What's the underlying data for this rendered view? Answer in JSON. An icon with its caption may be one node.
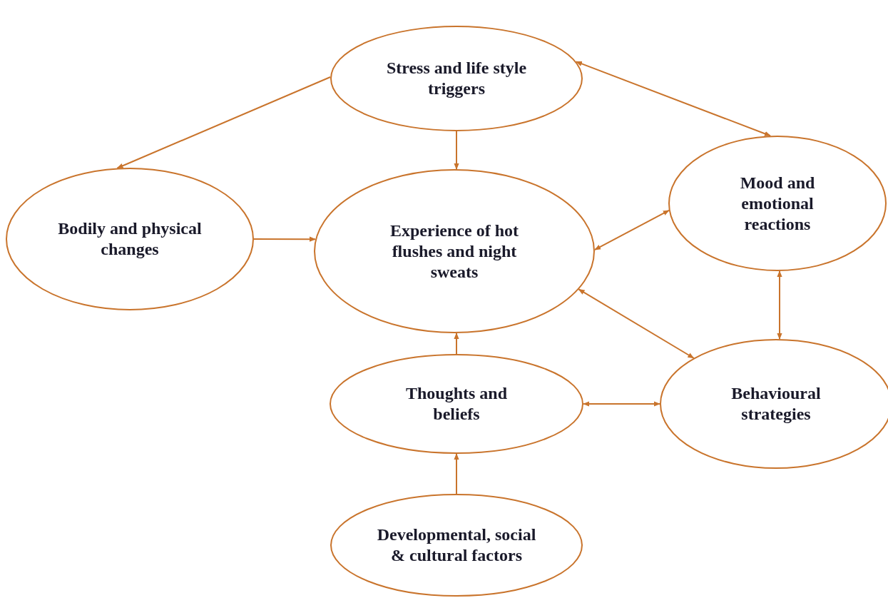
{
  "diagram": {
    "nodes": [
      {
        "text": [
          "Stress and life style triggers"
        ]
      },
      {
        "text": [
          "Bodily and physical changes"
        ]
      },
      {
        "text": [
          "Experience of hot flushes and night sweats"
        ]
      },
      {
        "text": [
          "Mood and emotional reactions"
        ]
      },
      {
        "text": [
          "Thoughts and beliefs"
        ]
      },
      {
        "text": [
          "Behavioural strategies"
        ]
      },
      {
        "text": [
          "Developmental, social & cultural factors"
        ]
      }
    ],
    "edges": [
      {
        "from": 0,
        "to": 1,
        "arrow": "to"
      },
      {
        "from": 0,
        "to": 2,
        "arrow": "to"
      },
      {
        "from": 0,
        "to": 3,
        "arrow": "both"
      },
      {
        "from": 1,
        "to": 2,
        "arrow": "to"
      },
      {
        "from": 2,
        "to": 3,
        "arrow": "both"
      },
      {
        "from": 2,
        "to": 5,
        "arrow": "both"
      },
      {
        "from": 4,
        "to": 2,
        "arrow": "to"
      },
      {
        "from": 4,
        "to": 5,
        "arrow": "both"
      },
      {
        "from": 3,
        "to": 5,
        "arrow": "both"
      },
      {
        "from": 6,
        "to": 4,
        "arrow": "to"
      }
    ]
  }
}
